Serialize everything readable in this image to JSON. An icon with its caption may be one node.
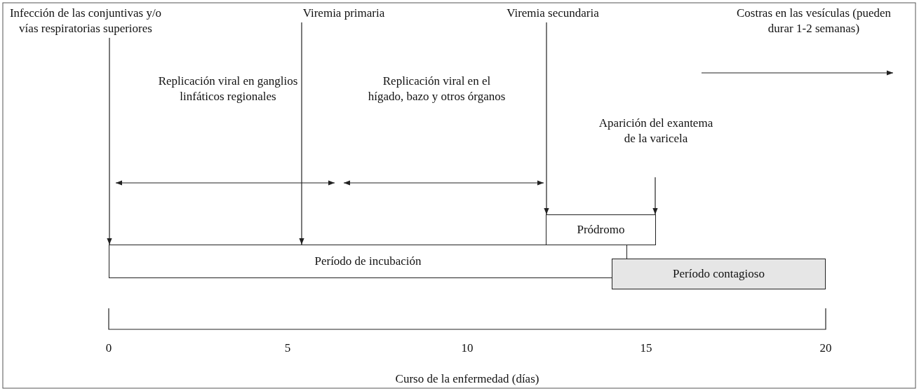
{
  "diagram": {
    "nodes": [
      {
        "text": [
          "Infección de las conjuntivas y/o vías respiratorias superiores"
        ]
      },
      {
        "text": [
          "Viremia primaria"
        ]
      },
      {
        "text": [
          "Viremia secundaria"
        ]
      },
      {
        "text": [
          "Costras en las vesículas (pueden durar 1-2 semanas)"
        ]
      },
      {
        "text": [
          "Replicación viral en ganglios linfáticos regionales"
        ]
      },
      {
        "text": [
          "Replicación viral en el hígado, bazo y otros órganos"
        ]
      },
      {
        "text": [
          "Aparición del exantema de la varicela"
        ]
      },
      {
        "text": [
          "Pródromo"
        ]
      },
      {
        "text": [
          "Período de incubación"
        ]
      },
      {
        "text": [
          "Período contagioso"
        ]
      }
    ],
    "edges": [
      {
        "from": 0,
        "to": 8,
        "arrow": "to"
      },
      {
        "from": 1,
        "to": 8,
        "arrow": "to"
      },
      {
        "from": 2,
        "to": 7,
        "arrow": "to"
      },
      {
        "from": 6,
        "to": 7,
        "arrow": "to"
      }
    ],
    "labels": [
      "0",
      "5",
      "10",
      "15",
      "20",
      "Curso de la enfermedad (días)"
    ]
  }
}
